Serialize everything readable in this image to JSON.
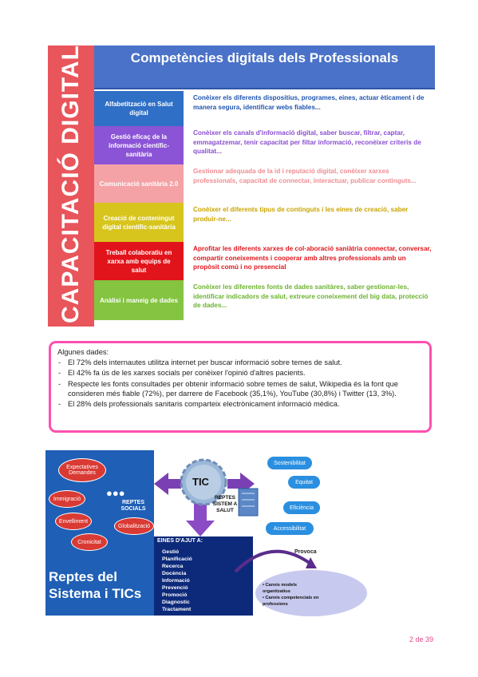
{
  "capacitacio": {
    "vertical_title": "CAPACITACIÓ DIGITAL!",
    "banner": "Competències digitals dels Professionals",
    "rows": [
      {
        "label": "Alfabetització en Salut digital",
        "desc": "Conèixer els diferents dispositius, programes, eines, actuar èticament i de manera segura, identificar webs fiables...",
        "color": "#2f6fc6",
        "text_color": "#1f55b0"
      },
      {
        "label": "Gestió eficaç de la informació científic-sanitària",
        "desc": "Conèixer els canals d'informació digital, saber buscar, filtrar, captar, emmagatzemar, tenir capacitat per filtar informació, reconèixer criteris de qualitat...",
        "color": "#8b54d6",
        "text_color": "#8a4ed0"
      },
      {
        "label": "Comunicació sanitària 2.0",
        "desc": "Gestionar adequada de la id i reputació digital, conèixer xarxes professionals, capacitat de connectar, interactuar, publicar continguts...",
        "color": "#f4a2a6",
        "text_color": "#ef8d92"
      },
      {
        "label": "Creació de conteningut digital científic-sanitària",
        "desc": "Conèixer el diferents tipus de continguts i les eines de creació, saber produir-ne...",
        "color": "#d7c51e",
        "text_color": "#c9a400"
      },
      {
        "label": "Treball colaboratiu en xarxa amb equips de salut",
        "desc": "Aprofitar les diferents xarxes de col·aboració saniàtria connectar, conversar, compartir coneixements i cooperar amb altres professionals amb un propòsit comú i no presencial",
        "color": "#e2141b",
        "text_color": "#e0171d"
      },
      {
        "label": "Anàlisi i maneig de dades",
        "desc": "Conèixer les diferentes fonts de dades sanitàres, saber gestionar-les, identificar indicadors de salut, extreure coneixement del big data, protecció de dades...",
        "color": "#84c440",
        "text_color": "#6db330"
      }
    ]
  },
  "dades": {
    "title": "Algunes dades:",
    "items": [
      "El 72% dels internautes utilitza internet per buscar informació sobre temes de salut.",
      "El 42% fa ús de les xarxes socials per conèixer l'opinió d'altres pacients.",
      "Respecte les fonts consultades per obtenir informació sobre temes de salut, Wikipedia és la font que consideren més fiable (72%), per darrere de Facebook (35,1%), YouTube (30,8%) i Twitter (13, 3%).",
      "El 28% dels professionals sanitaris comparteix electrònicament informació mèdica."
    ]
  },
  "reptes": {
    "title_line1": "Reptes del",
    "title_line2": "Sistema i TICs",
    "bubbles": [
      "Expectatives Demandes",
      "Immigració",
      "Envelliment",
      "Cronicitat",
      "Globalització"
    ],
    "reptes_socials": "REPTES SOCIALS",
    "tic": "TIC",
    "reptes_sistema": "REPTES SISTEM A SALUT",
    "blue_bubbles": [
      "Sostenibilitat",
      "Equitat",
      "Eficiència",
      "Accessibilitat"
    ],
    "eines_title": "EINES D'AJUT A:",
    "eines_items": [
      "Gestió",
      "Planificació",
      "Recerca",
      "Docència",
      "Informació",
      "Prevenció",
      "Promoció",
      "Diagnostic",
      "Tractament"
    ],
    "provoca": "Provoca",
    "provoca_items": [
      "Canvis models organitzatius",
      "Canvis competencials en professions"
    ]
  },
  "page_number": "2 de 39"
}
